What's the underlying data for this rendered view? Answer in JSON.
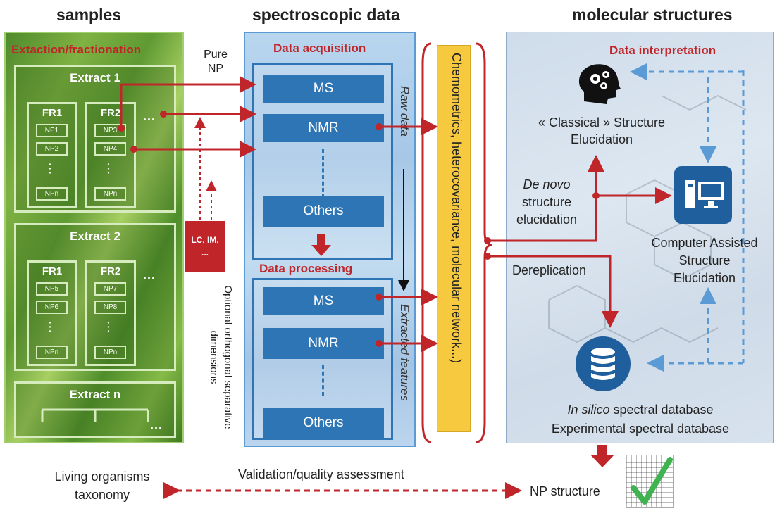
{
  "headers": {
    "samples": "samples",
    "spectroscopic": "spectroscopic data",
    "molecular": "molecular structures"
  },
  "samples": {
    "title": "Extaction/fractionation",
    "extract1": {
      "title": "Extract 1",
      "fr1": {
        "title": "FR1",
        "items": [
          "NP1",
          "NP2",
          "NPn"
        ]
      },
      "fr2": {
        "title": "FR2",
        "items": [
          "NP3",
          "NP4",
          "NPn"
        ]
      }
    },
    "extract2": {
      "title": "Extract 2",
      "fr1": {
        "title": "FR1",
        "items": [
          "NP5",
          "NP6",
          "NPn"
        ]
      },
      "fr2": {
        "title": "FR2",
        "items": [
          "NP7",
          "NP8",
          "NPn"
        ]
      }
    },
    "extractn": {
      "title": "Extract n"
    },
    "ellipsis": "..."
  },
  "middle": {
    "pure_np": "Pure\nNP",
    "lc_box": "LC, IM,\n...",
    "orthogonal": "Optional orthogonal separative dimensions"
  },
  "spectro": {
    "acquisition_title": "Data acquisition",
    "processing_title": "Data processing",
    "raw_data": "Raw data",
    "extracted_features": "Extracted features",
    "acq_buttons": [
      "MS",
      "NMR",
      "Others"
    ],
    "proc_buttons": [
      "MS",
      "NMR",
      "Others"
    ]
  },
  "chemometrics": "Chemometrics, heterocovariance, molecular network...)",
  "molecular": {
    "interpretation_title": "Data interpretation",
    "classical": "« Classical » Structure\nElucidation",
    "de_novo_italic": "De novo",
    "de_novo_rest": "structure\nelucidation",
    "dereplication": "Dereplication",
    "casr": "Computer Assisted\nStructure\nElucidation",
    "in_silico_italic": "In silico",
    "in_silico_rest": " spectral database",
    "experimental": "Experimental spectral database",
    "icons": [
      "brain-gears-icon",
      "computer-icon",
      "database-icon",
      "checkmark-icon"
    ]
  },
  "bottom": {
    "living": "Living organisms\ntaxonomy",
    "validation": "Validation/quality assessment",
    "np_structure": "NP structure"
  },
  "colors": {
    "red": "#c0252a",
    "blue": "#2e75b6",
    "light_blue": "#5b9bd5",
    "yellow": "#f7c93e",
    "green": "#6aa83a"
  }
}
